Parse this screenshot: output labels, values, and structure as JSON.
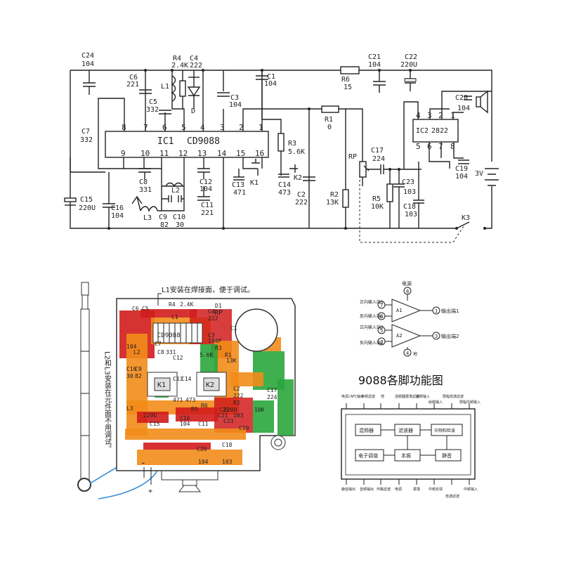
{
  "schematic": {
    "ic1": {
      "name": "IC1",
      "part": "CD9088",
      "pins_top": [
        "8",
        "7",
        "6",
        "5",
        "4",
        "3",
        "2",
        "1"
      ],
      "pins_bottom": [
        "9",
        "10",
        "11",
        "12",
        "13",
        "14",
        "15",
        "16"
      ]
    },
    "ic2": {
      "name": "IC2",
      "part": "2822",
      "pins_top": [
        "4",
        "3",
        "2",
        "1"
      ],
      "pins_bottom": [
        "5",
        "6",
        "7",
        "8"
      ]
    },
    "components": {
      "c24": {
        "ref": "C24",
        "val": "104"
      },
      "r4": {
        "ref": "R4",
        "val": "2.4K"
      },
      "c4": {
        "ref": "C4",
        "val": "222"
      },
      "c6": {
        "ref": "C6",
        "val": "221"
      },
      "l1": {
        "ref": "L1"
      },
      "c1": {
        "ref": "C1",
        "val": "104"
      },
      "d": {
        "ref": "D"
      },
      "c5": {
        "ref": "C5",
        "val": "332"
      },
      "c3": {
        "ref": "C3",
        "val": "104"
      },
      "c7": {
        "ref": "C7",
        "val": "332"
      },
      "r3": {
        "ref": "R3",
        "val": "5.6K"
      },
      "c8": {
        "ref": "C8",
        "val": "331"
      },
      "c12": {
        "ref": "C12",
        "val": "104"
      },
      "l2": {
        "ref": "L2"
      },
      "c13": {
        "ref": "C13",
        "val": "471"
      },
      "k1": {
        "ref": "K1"
      },
      "k2": {
        "ref": "K2"
      },
      "c14": {
        "ref": "C14",
        "val": "473"
      },
      "c15": {
        "ref": "C15",
        "val": "220U"
      },
      "c16": {
        "ref": "C16",
        "val": "104"
      },
      "l3": {
        "ref": "L3"
      },
      "c9": {
        "ref": "C9",
        "val": "82"
      },
      "c10": {
        "ref": "C10",
        "val": "30"
      },
      "c11": {
        "ref": "C11",
        "val": "221"
      },
      "c2": {
        "ref": "C2",
        "val": "222"
      },
      "r1": {
        "ref": "R1",
        "val": "0"
      },
      "r2": {
        "ref": "R2",
        "val": "13K"
      },
      "r6": {
        "ref": "R6",
        "val": "15"
      },
      "c21": {
        "ref": "C21",
        "val": "104"
      },
      "c22": {
        "ref": "C22",
        "val": "220U"
      },
      "c20": {
        "ref": "C20",
        "val": "104"
      },
      "rp": {
        "ref": "RP"
      },
      "c17": {
        "ref": "C17",
        "val": "224"
      },
      "r5": {
        "ref": "R5",
        "val": "10K"
      },
      "c23": {
        "ref": "C23",
        "val": "103"
      },
      "c18": {
        "ref": "C18",
        "val": "103"
      },
      "c19": {
        "ref": "C19",
        "val": "104"
      },
      "k3": {
        "ref": "K3"
      },
      "battery": {
        "val": "3V"
      }
    }
  },
  "pcb": {
    "note_l1": "L1安装在焊接面，便于调试。",
    "note_l2l3": "L2和L3安装在元件面不用调试。",
    "labels": [
      "C6",
      "C5",
      "R4",
      "2.4K",
      "C4",
      "222",
      "D1",
      "RP",
      "L1",
      "CD9088",
      "C3",
      "104P",
      "R3",
      "R1",
      "C7",
      "C8",
      "331",
      "C1",
      "5.6K",
      "13K",
      "C12",
      "104",
      "L2",
      "C10",
      "C9",
      "C13",
      "C14",
      "C2",
      "222",
      "30",
      "82",
      "K1",
      "471",
      "473",
      "K2",
      "C17",
      "224",
      "L3",
      "220U",
      "C15",
      "C16",
      "104",
      "C11",
      "C21",
      "C22",
      "220U",
      "103",
      "C20",
      "C19",
      "C18",
      "104",
      "103",
      "R6",
      "R5",
      "R2",
      "C23",
      "10K"
    ],
    "minus": "-",
    "plus": "+"
  },
  "amp_diagram": {
    "top": "电源",
    "in1_pos": "正向输入端1",
    "in1_neg": "反向输入端1",
    "in2_pos": "正向输入端2",
    "in2_neg": "反向输入端2",
    "out1": "输出端1",
    "out2": "输出端2",
    "ground": "地",
    "a1": "A1",
    "a2": "A2",
    "pins": {
      "p1": "1",
      "p2": "2",
      "p3": "3",
      "p4": "4",
      "p5": "5",
      "p6": "6",
      "p7": "7",
      "p8": "8"
    }
  },
  "pin_diagram": {
    "title": "9088各脚功能图",
    "top_labels": [
      "电调/AFC输出",
      "中频滤波",
      "地",
      "混频器振荡滤波",
      "射频输入",
      "射频输入",
      "限幅低通滤波",
      "限幅中频输入"
    ],
    "bottom_labels": [
      "静音输出",
      "音频输出",
      "环路滤波",
      "电源",
      "振荡",
      "中频反馈",
      "低通滤波",
      "中频输入"
    ],
    "blocks": [
      "混频器",
      "滤波器",
      "中频和检波",
      "电子调谐",
      "本振",
      "静音"
    ]
  }
}
